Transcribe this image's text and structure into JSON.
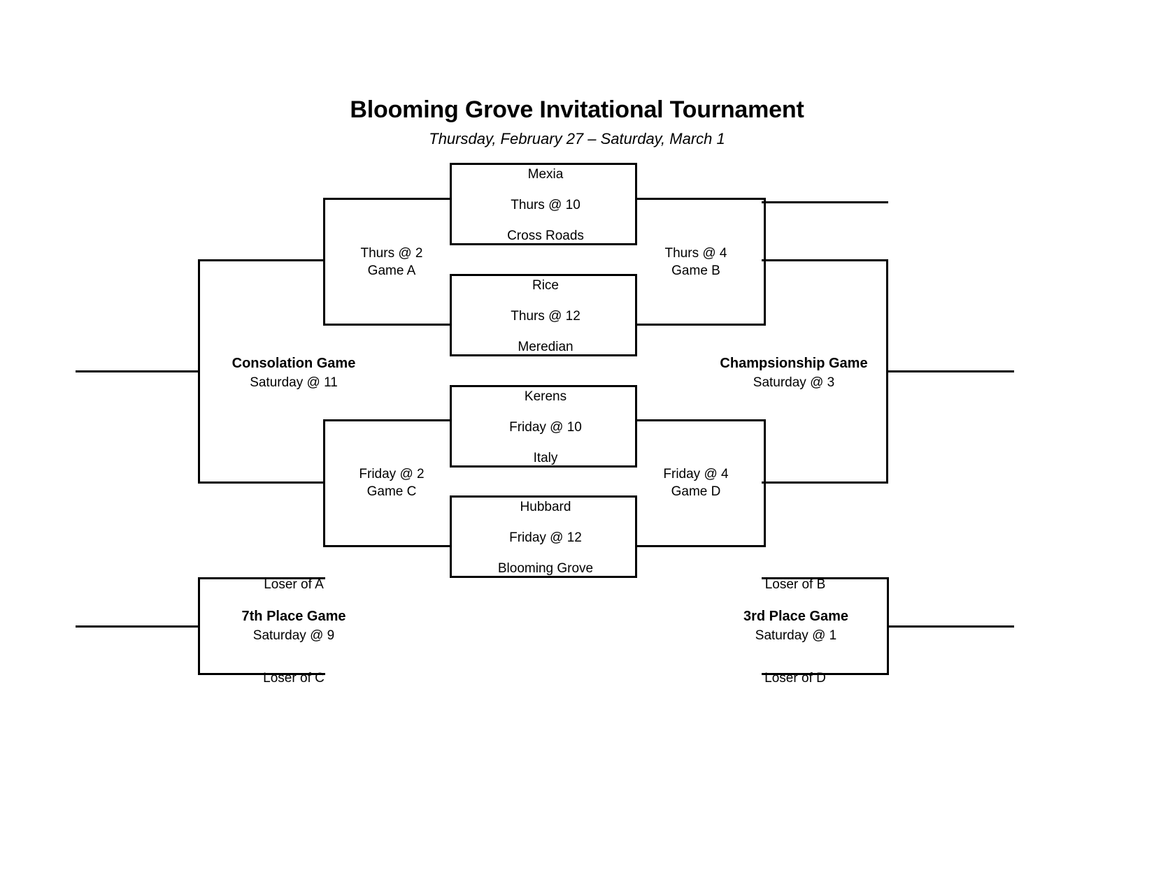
{
  "header": {
    "title": "Blooming Grove Invitational Tournament",
    "subtitle": "Thursday, February 27 – Saturday, March 1"
  },
  "bracket_data": {
    "type": "single-elimination-bracket-with-placement-games",
    "teams": [
      "Mexia",
      "Cross Roads",
      "Rice",
      "Meredian",
      "Kerens",
      "Italy",
      "Hubbard",
      "Blooming Grove"
    ],
    "first_round": [
      {
        "id": "game-1",
        "team_top": "Mexia",
        "time": "Thurs @ 10",
        "team_bottom": "Cross Roads"
      },
      {
        "id": "game-2",
        "team_top": "Rice",
        "time": "Thurs @ 12",
        "team_bottom": "Meredian"
      },
      {
        "id": "game-3",
        "team_top": "Kerens",
        "time": "Friday @ 10",
        "team_bottom": "Italy"
      },
      {
        "id": "game-4",
        "team_top": "Hubbard",
        "time": "Friday @ 12",
        "team_bottom": "Blooming Grove"
      }
    ],
    "second_round": [
      {
        "id": "game-a",
        "time": "Thurs @ 2",
        "game": "Game A"
      },
      {
        "id": "game-b",
        "time": "Thurs @ 4",
        "game": "Game B"
      },
      {
        "id": "game-c",
        "time": "Friday @ 2",
        "game": "Game C"
      },
      {
        "id": "game-d",
        "time": "Friday @ 4",
        "game": "Game D"
      }
    ],
    "final_games": [
      {
        "id": "consolation",
        "name": "Consolation Game",
        "time": "Saturday @ 11"
      },
      {
        "id": "championship",
        "name": "Champsionship Game",
        "time": "Saturday @ 3"
      },
      {
        "id": "seventh-place",
        "name": "7th Place Game",
        "time": "Saturday @ 9"
      },
      {
        "id": "third-place",
        "name": "3rd Place Game",
        "time": "Saturday @ 1"
      }
    ],
    "placement_slots": [
      {
        "id": "slot-loser-a",
        "label": "Loser of A"
      },
      {
        "id": "slot-loser-c",
        "label": "Loser of C"
      },
      {
        "id": "slot-loser-b",
        "label": "Loser of B"
      },
      {
        "id": "slot-loser-d",
        "label": "Loser of D"
      }
    ],
    "colors": {
      "line": "#000000",
      "background": "#ffffff",
      "text": "#000000"
    }
  }
}
